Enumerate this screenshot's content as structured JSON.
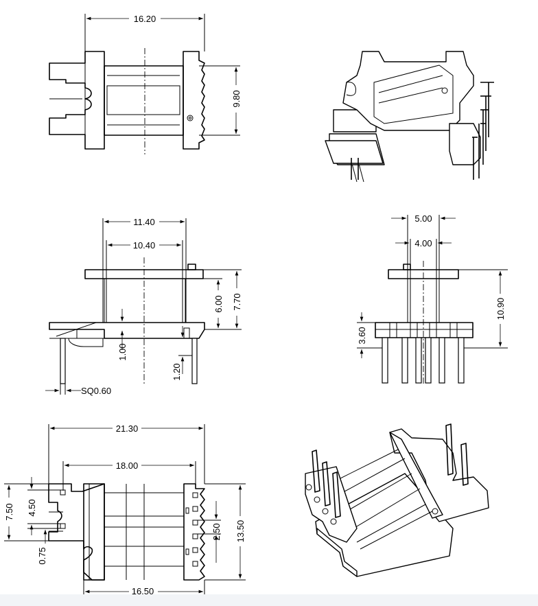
{
  "drawing": {
    "top_view": {
      "overall_width": "16.20",
      "height": "9.80"
    },
    "front_view": {
      "outer_width": "11.40",
      "inner_width": "10.40",
      "flange_height": "6.00",
      "overall_height": "7.70",
      "base_step": "1.00",
      "pin_step": "1.20",
      "pin_section": "SQ0.60"
    },
    "side_view": {
      "flange_width": "5.00",
      "inner_width": "4.00",
      "pin_length": "3.60",
      "overall_height": "10.90"
    },
    "bottom_view": {
      "overall_length": "21.30",
      "pin_span": "18.00",
      "body_length": "16.50",
      "overall_width": "13.50",
      "pin_pitch": "2.50",
      "left_height": "7.50",
      "left_slot": "4.50",
      "left_offset": "0.75"
    }
  }
}
